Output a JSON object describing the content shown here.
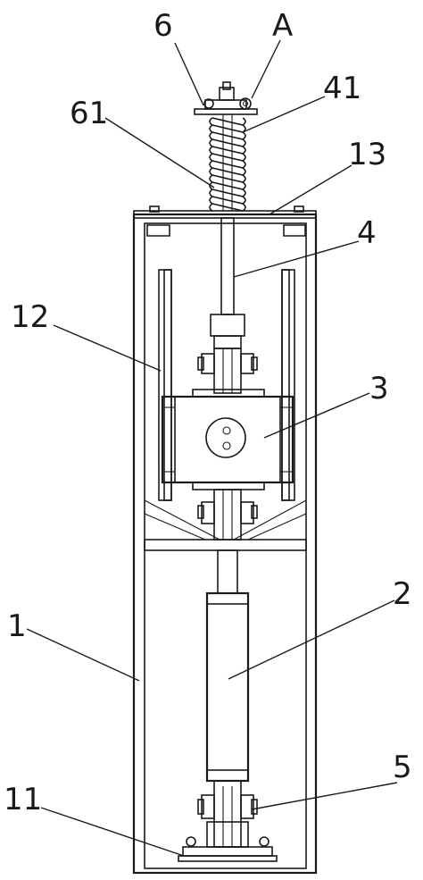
{
  "labels": {
    "l6": "6",
    "lA": "A",
    "l41": "41",
    "l61": "61",
    "l13": "13",
    "l4": "4",
    "l12": "12",
    "l3": "3",
    "l2": "2",
    "l1": "1",
    "l5": "5",
    "l11": "11"
  }
}
